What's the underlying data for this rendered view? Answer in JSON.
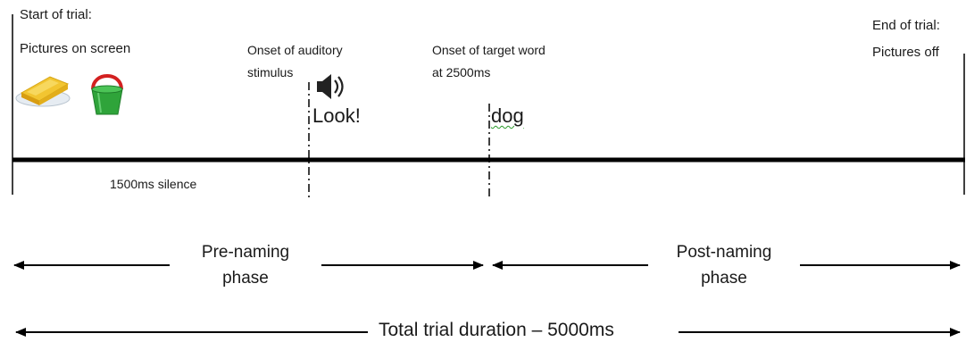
{
  "start": {
    "line1": "Start of trial:",
    "line2": "Pictures on screen"
  },
  "end": {
    "line1": "End of trial:",
    "line2": "Pictures off"
  },
  "auditory_onset": {
    "line1": "Onset of auditory",
    "line2": "stimulus"
  },
  "target_onset": {
    "line1": "Onset of target word",
    "line2": "at 2500ms"
  },
  "words": {
    "look": "Look!",
    "dog": "dog"
  },
  "silence_label": "1500ms silence",
  "phases": {
    "pre": {
      "line1": "Pre-naming",
      "line2": "phase"
    },
    "post": {
      "line1": "Post-naming",
      "line2": "phase"
    }
  },
  "total_label": "Total trial duration – 5000ms",
  "icons": [
    "butter-icon",
    "bucket-icon",
    "speaker-icon"
  ],
  "colors": {
    "line": "#000000",
    "bucket": "#2fa43a",
    "handle": "#d32020",
    "butter": "#f2c531",
    "dog_underline": "#2a9a2a"
  }
}
